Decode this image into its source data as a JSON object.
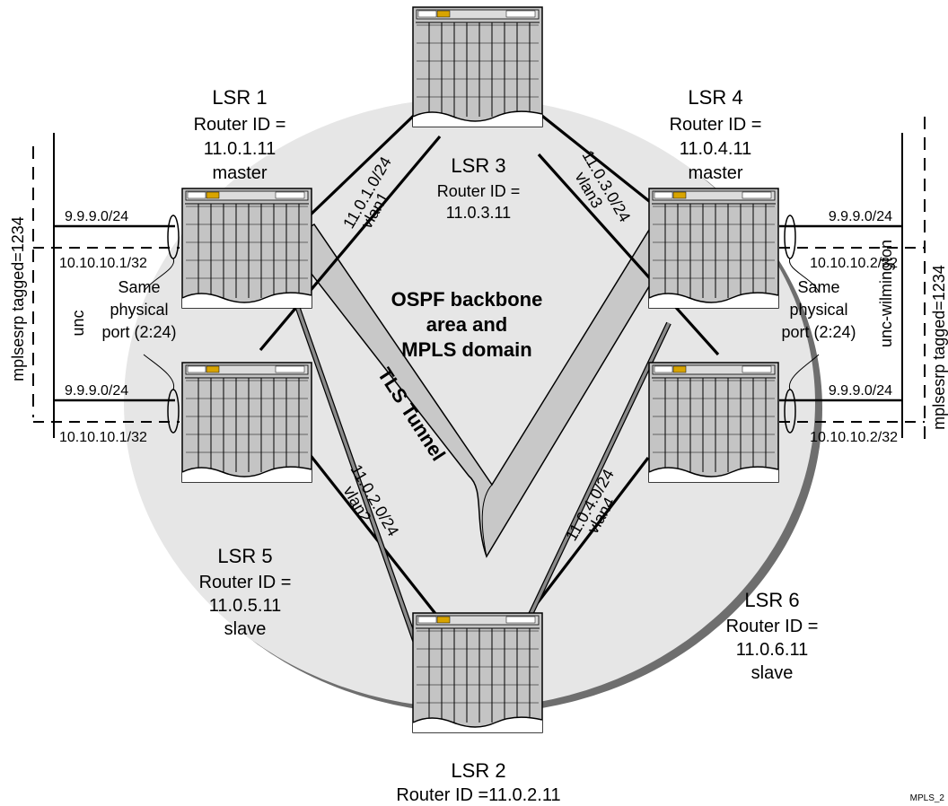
{
  "diagram": {
    "domain_title": [
      "OSPF backbone",
      "area and",
      "MPLS domain"
    ],
    "tunnel_label": "TLS Tunnel",
    "figure_id": "MPLS_2",
    "colors": {
      "circle_fill": "#e6e6e6",
      "circle_shadow": "#6e6e6e",
      "tunnel_fill": "#c8c8c8",
      "router_fill": "#c4c4c4"
    },
    "routers": {
      "lsr1": {
        "name": "LSR 1",
        "id_line1": "Router ID =",
        "id_line2": "11.0.1.11",
        "role": "master"
      },
      "lsr2": {
        "name": "LSR 2",
        "id_line1": "Router ID =11.0.2.11"
      },
      "lsr3": {
        "name": "LSR 3",
        "id_line1": "Router ID =",
        "id_line2": "11.0.3.11"
      },
      "lsr4": {
        "name": "LSR 4",
        "id_line1": "Router ID =",
        "id_line2": "11.0.4.11",
        "role": "master"
      },
      "lsr5": {
        "name": "LSR 5",
        "id_line1": "Router ID =",
        "id_line2": "11.0.5.11",
        "role": "slave"
      },
      "lsr6": {
        "name": "LSR 6",
        "id_line1": "Router ID =",
        "id_line2": "11.0.6.11",
        "role": "slave"
      }
    },
    "links": {
      "l13": {
        "subnet": "11.0.1.0/24",
        "vlan": "vlan1"
      },
      "l34": {
        "subnet": "11.0.3.0/24",
        "vlan": "vlan3"
      },
      "l25": {
        "subnet": "11.0.2.0/24",
        "vlan": "vlan2"
      },
      "l26": {
        "subnet": "11.0.4.0/24",
        "vlan": "vlan4"
      }
    },
    "left": {
      "top_subnet": "9.9.9.0/24",
      "top_esrp": "10.10.10.1/32",
      "bottom_subnet": "9.9.9.0/24",
      "bottom_esrp": "10.10.10.1/32",
      "port_note": [
        "Same",
        "physical",
        "port (2:24)"
      ],
      "vlan_name": "unc",
      "tagged_vlan": "mplsesrp tagged=1234"
    },
    "right": {
      "top_subnet": "9.9.9.0/24",
      "top_esrp": "10.10.10.2/32",
      "bottom_subnet": "9.9.9.0/24",
      "bottom_esrp": "10.10.10.2/32",
      "port_note": [
        "Same",
        "physical",
        "port (2:24)"
      ],
      "vlan_name": "unc-wilmington",
      "tagged_vlan": "mplsesrp tagged=1234"
    }
  }
}
